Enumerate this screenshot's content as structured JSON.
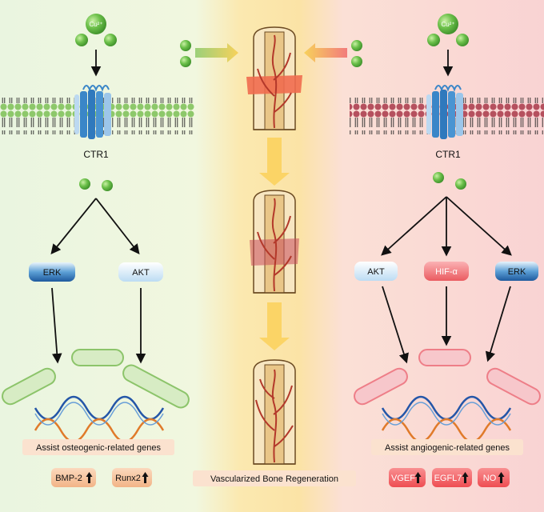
{
  "ion_label": "Cu²⁺",
  "left_panel": {
    "receptor_label": "CTR1",
    "kinases": [
      "ERK",
      "AKT"
    ],
    "genes_caption": "Assist osteogenic-related genes",
    "markers": [
      "BMP-2",
      "Runx2"
    ]
  },
  "center_panel": {
    "caption": "Vascularized Bone Regeneration"
  },
  "right_panel": {
    "receptor_label": "CTR1",
    "kinases": [
      "AKT",
      "HIF-α",
      "ERK"
    ],
    "genes_caption": "Assist angiogenic-related genes",
    "markers": [
      "VGEF",
      "EGFL7",
      "NO"
    ]
  },
  "colors": {
    "left_bg": "#eef7e6",
    "center_bg": "#fbe7a6",
    "right_bg": "#fbdada",
    "copper_ion": "#6cc04a",
    "membrane_left_head": "#8dc86a",
    "membrane_right_head": "#b5505e",
    "receptor": "#3a86c8",
    "erk_dark": "#2a6db0",
    "akt_light": "#cfe6f7",
    "hif_red": "#f07a7e",
    "osteo_cell": "#d7ecc4",
    "angio_cell": "#f7c7cb",
    "marker_left": "#f6c7a3",
    "marker_right": "#f35d61",
    "bone_fill": "#f0d7a3",
    "vessel": "#b3382a"
  },
  "icons": [
    "copper-ion-icon",
    "membrane-icon",
    "receptor-icon",
    "dna-helix-icon",
    "bone-icon",
    "up-arrow-icon"
  ]
}
